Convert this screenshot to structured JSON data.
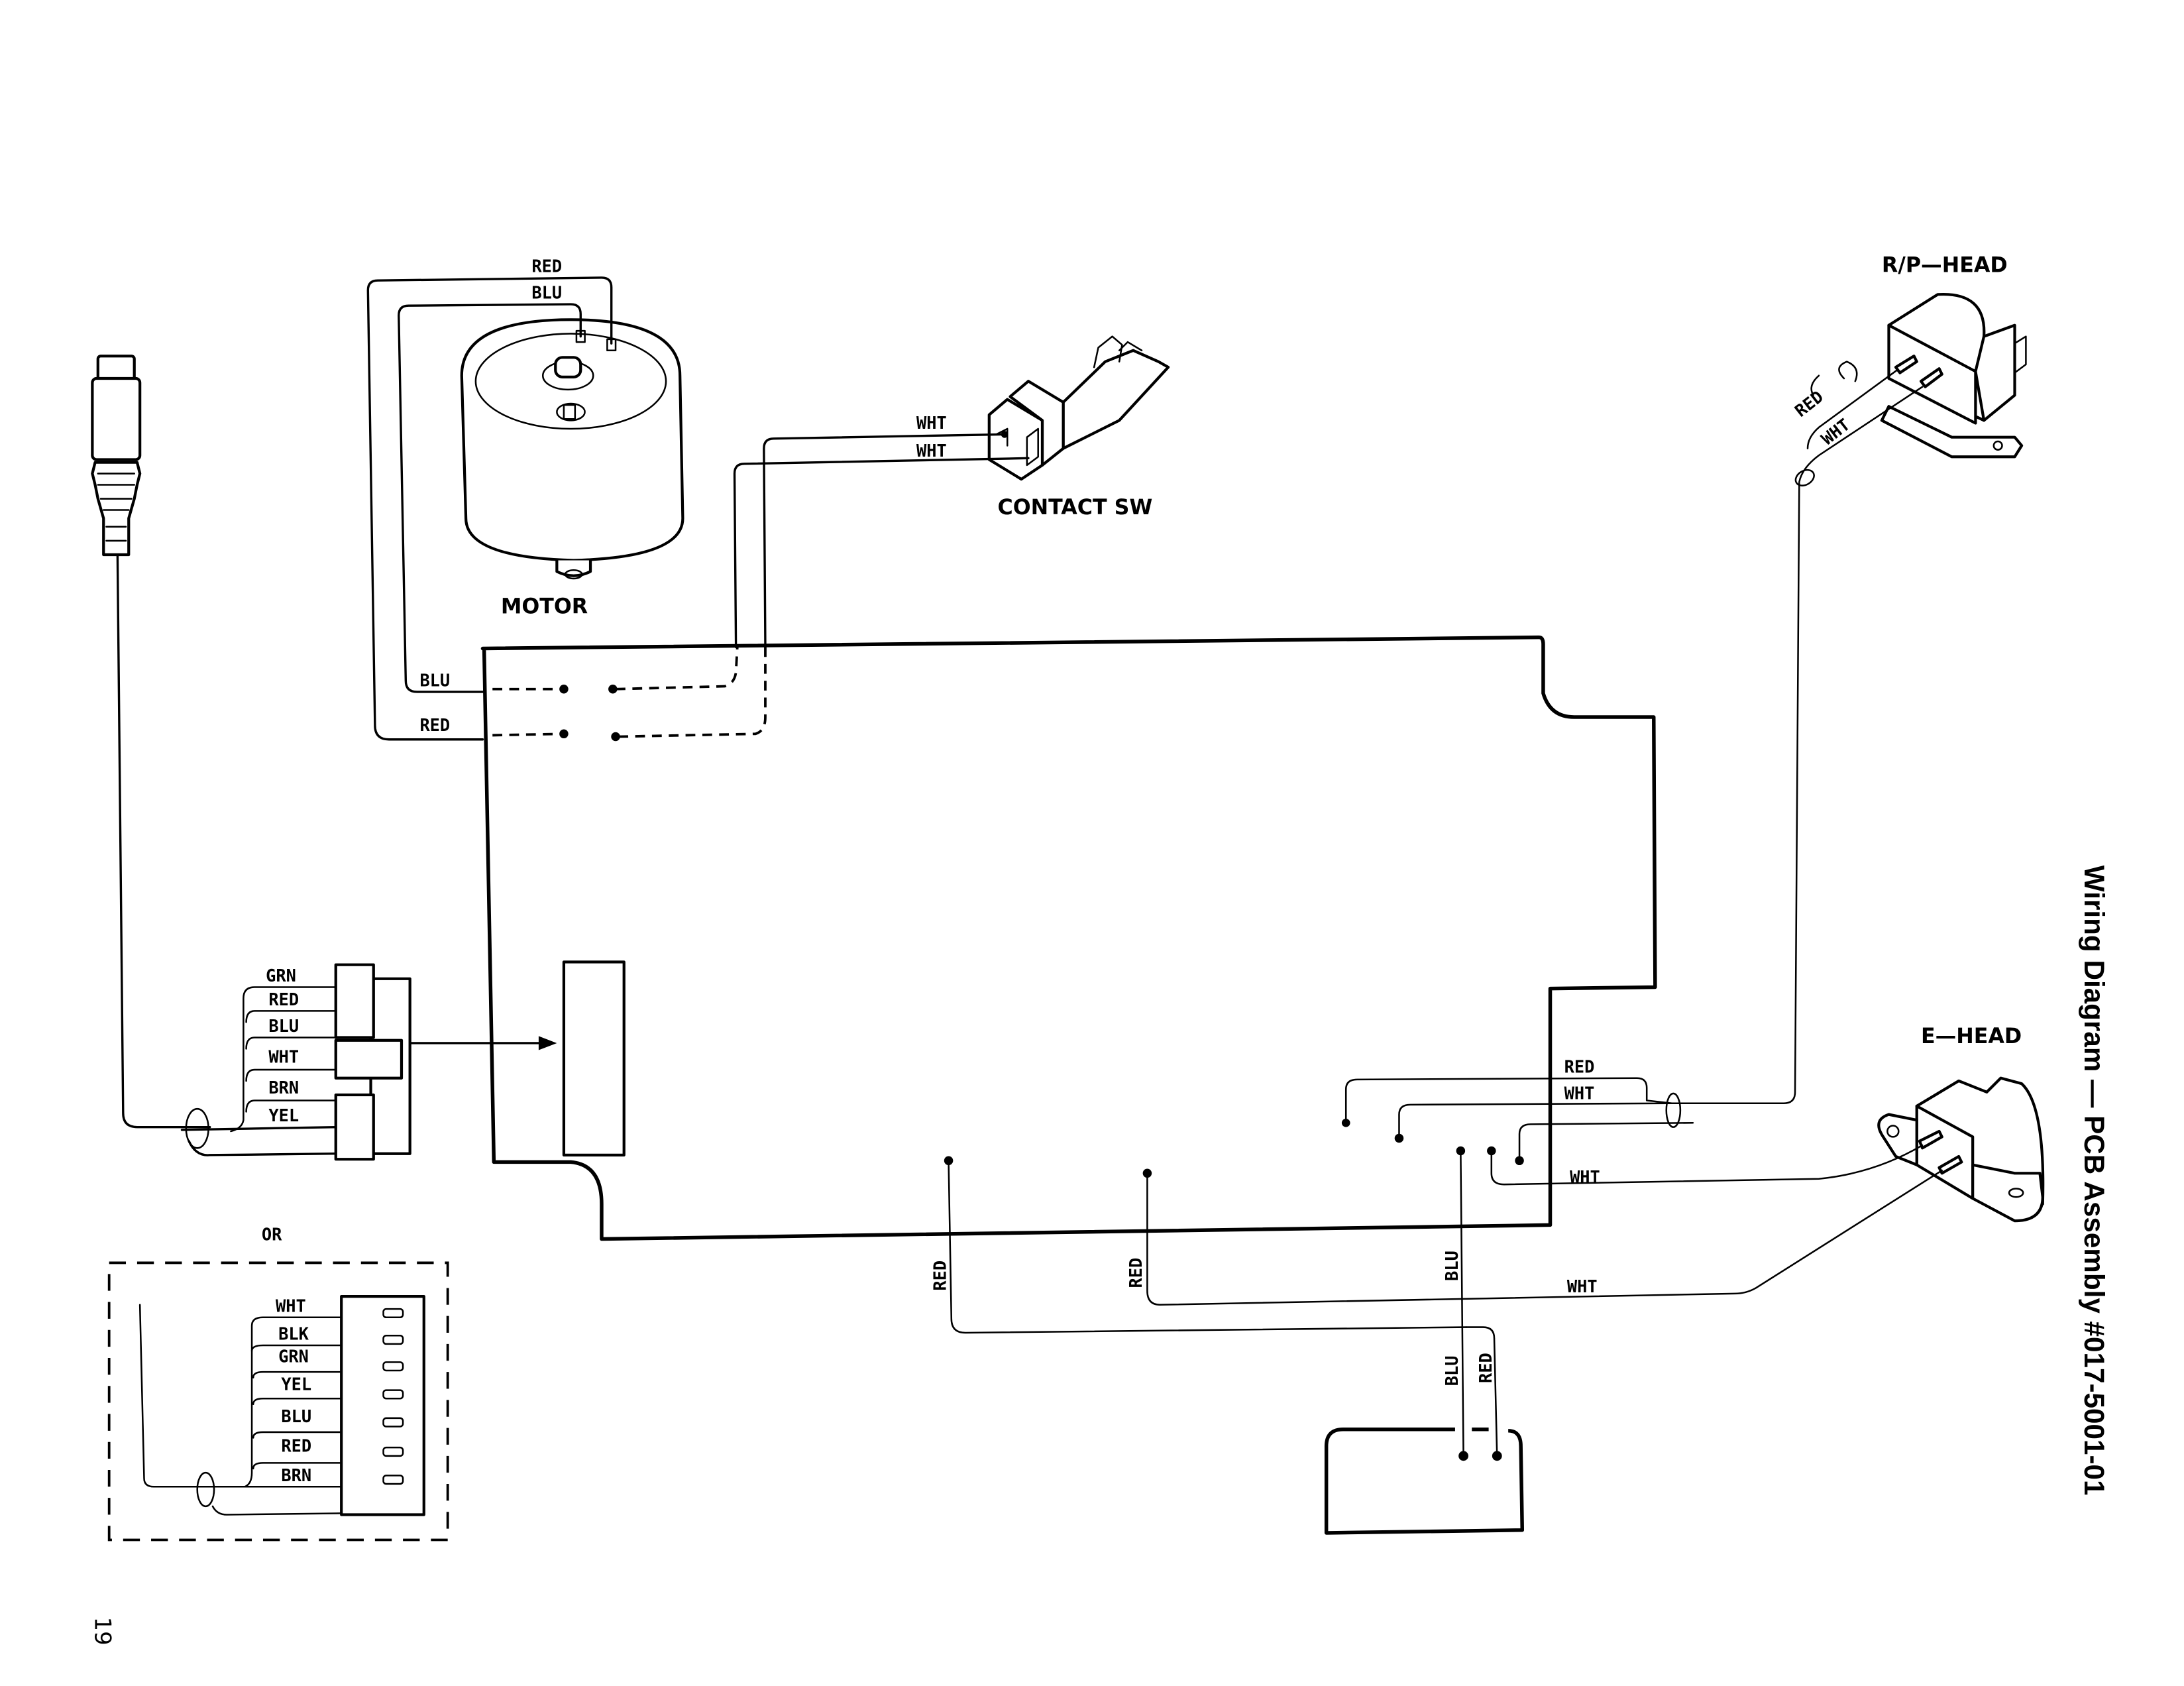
{
  "document": {
    "title": "Wiring Diagram  —  PCB Assembly #017-5001-01",
    "page_number": "19",
    "alternate_marker": "OR"
  },
  "components": {
    "motor": {
      "label": "MOTOR",
      "wires": [
        "RED",
        "BLU"
      ]
    },
    "contact_switch": {
      "label": "CONTACT SW",
      "wires": [
        "WHT",
        "WHT"
      ]
    },
    "rp_head": {
      "label": "R/P—HEAD",
      "wires": [
        "RED",
        "WHT"
      ]
    },
    "e_head": {
      "label": "E—HEAD",
      "wires": [
        "WHT",
        "WHT"
      ]
    },
    "plug_connector": {
      "wires": [
        "GRN",
        "RED",
        "BLU",
        "WHT",
        "BRN",
        "YEL"
      ]
    },
    "alt_connector": {
      "wires": [
        "WHT",
        "BLK",
        "GRN",
        "YEL",
        "BLU",
        "RED",
        "BRN"
      ]
    },
    "bottom_module": {
      "wires": [
        "BLU",
        "RED"
      ]
    }
  },
  "wire_labels": {
    "motor_blu_pcb": "BLU",
    "motor_red_pcb": "RED",
    "rp_red": "RED",
    "rp_wht": "WHT",
    "ehead_wht_upper": "WHT",
    "ehead_wht_lower": "WHT",
    "red_left": "RED",
    "red_mid": "RED",
    "blu_vertical": "BLU",
    "blu_bottom": "BLU",
    "red_bottom": "RED"
  }
}
